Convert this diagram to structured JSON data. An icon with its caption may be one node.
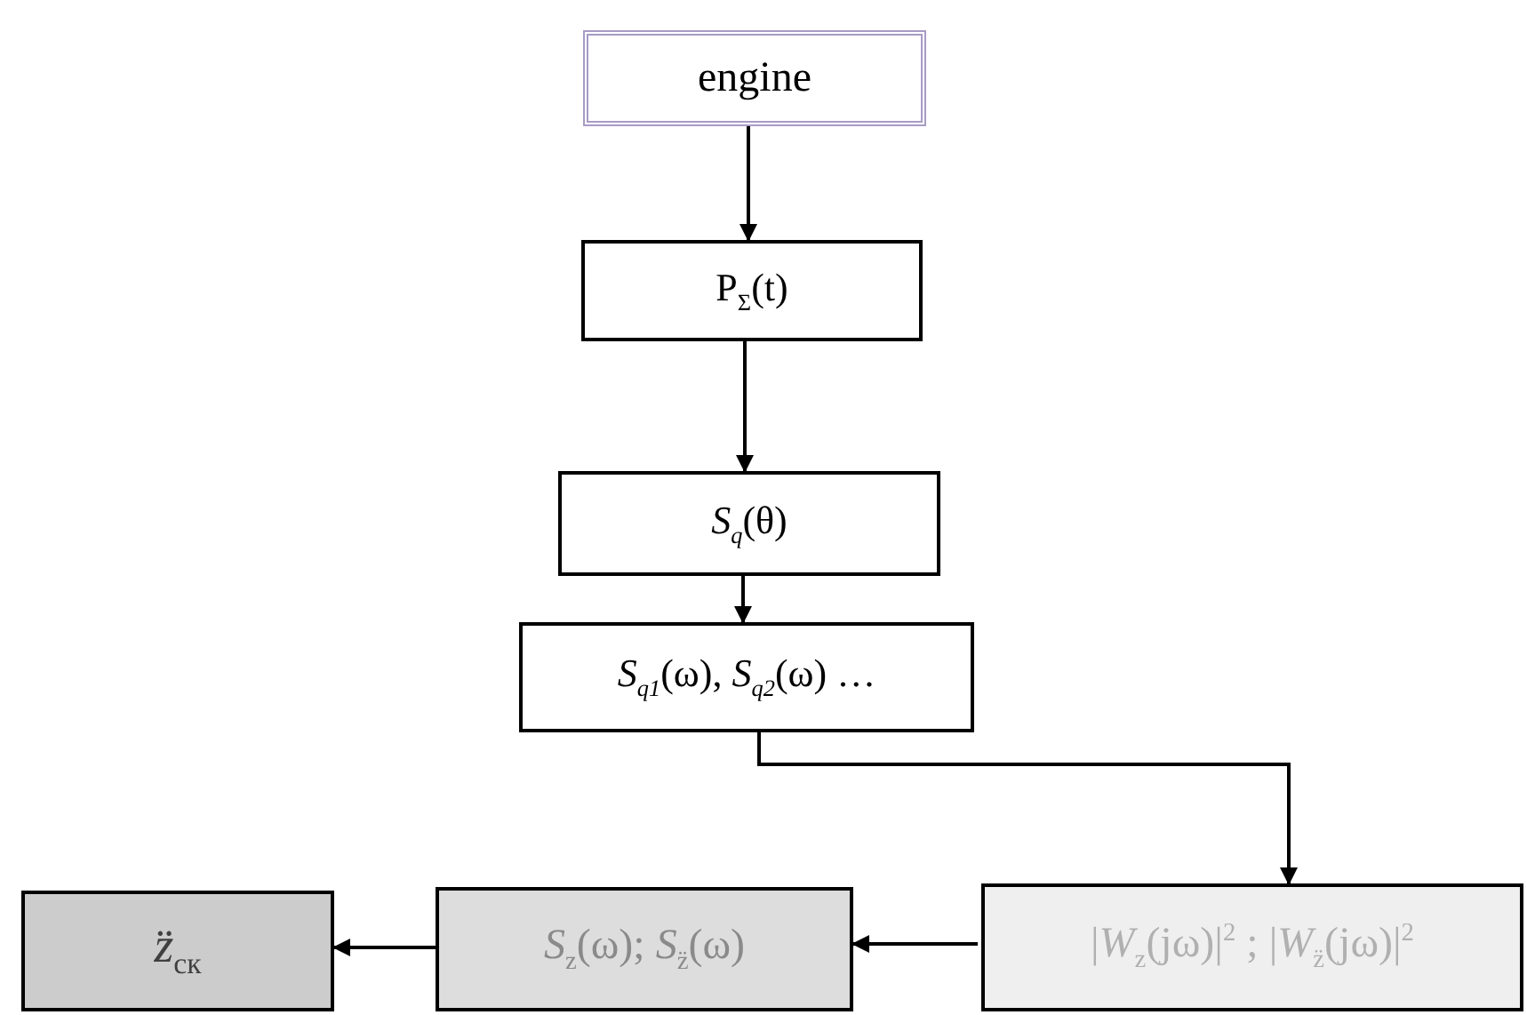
{
  "diagram": {
    "nodes": [
      {
        "text": [
          "engine"
        ]
      },
      {
        "text": [
          "P$_{Σ}$(t)"
        ]
      },
      {
        "text": [
          "*S*$_{q}$(θ)"
        ]
      },
      {
        "text": [
          "*S*$_{q1}$(ω), *S*$_{q2}$(ω) …"
        ]
      },
      {
        "text": [
          "|*W*$_{z}$(jω)|$^{2}$ ;  |*W*$_{z̈}$(jω)|$^{2}$"
        ]
      },
      {
        "text": [
          "*S*$_{z}$(ω);  *S*$_{z̈}$(ω)"
        ]
      },
      {
        "text": [
          "*z̈*$_{ск}$"
        ]
      }
    ],
    "edges": [
      {
        "from": 0,
        "to": 1,
        "arrow": "to"
      },
      {
        "from": 1,
        "to": 2,
        "arrow": "to"
      },
      {
        "from": 2,
        "to": 3,
        "arrow": "to"
      },
      {
        "from": 3,
        "to": 4,
        "arrow": "to"
      },
      {
        "from": 4,
        "to": 5,
        "arrow": "to"
      },
      {
        "from": 5,
        "to": 6,
        "arrow": "to"
      }
    ]
  }
}
